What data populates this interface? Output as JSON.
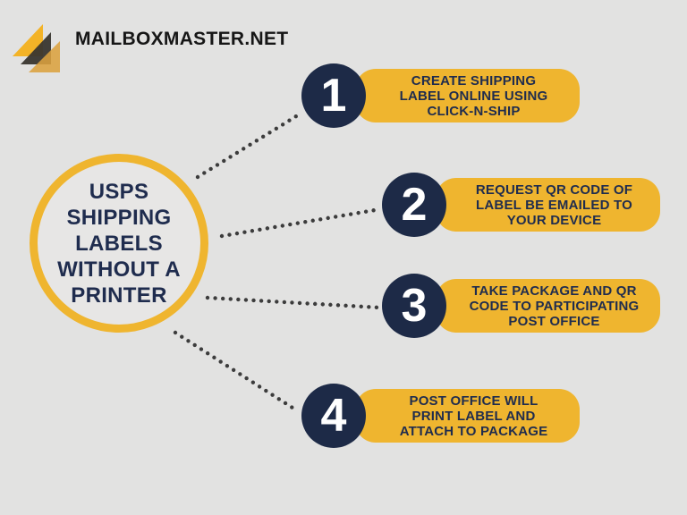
{
  "brand": {
    "name": "MAILBOXMASTER.NET"
  },
  "hub": {
    "title_lines": [
      "USPS",
      "SHIPPING",
      "LABELS",
      "WITHOUT A",
      "PRINTER"
    ]
  },
  "steps": [
    {
      "number": "1",
      "text_lines": [
        "CREATE SHIPPING",
        "LABEL ONLINE USING",
        "CLICK-N-SHIP"
      ]
    },
    {
      "number": "2",
      "text_lines": [
        "REQUEST QR CODE OF",
        "LABEL BE EMAILED TO",
        "YOUR DEVICE"
      ]
    },
    {
      "number": "3",
      "text_lines": [
        "TAKE PACKAGE AND QR",
        "CODE TO PARTICIPATING",
        "POST OFFICE"
      ]
    },
    {
      "number": "4",
      "text_lines": [
        "POST OFFICE WILL",
        "PRINT LABEL AND",
        "ATTACH TO PACKAGE"
      ]
    }
  ],
  "icons": {
    "logo": "layered-triangles-logo"
  },
  "colors": {
    "background": "#E2E2E1",
    "accent_yellow": "#EFB52F",
    "navy": "#1D2A47",
    "text_navy": "#1F2C4E",
    "connector_dot": "#3C3C3C",
    "brand_text": "#161616",
    "logo_yellow": "#F3B327",
    "logo_dark": "#39362F",
    "logo_gold": "#DBA23F",
    "number_text": "#FFFFFF"
  }
}
